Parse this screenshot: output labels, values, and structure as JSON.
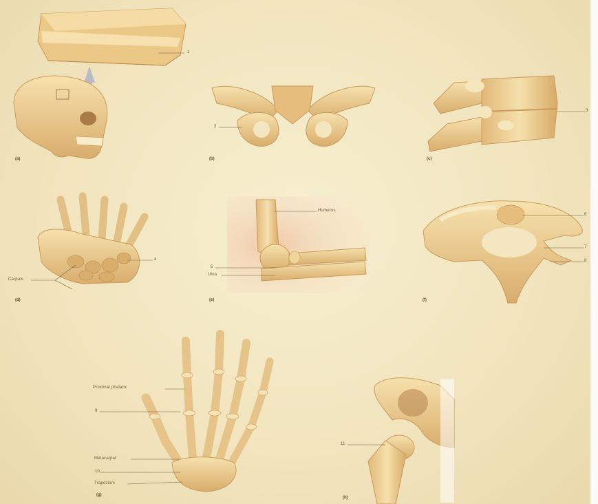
{
  "labels": {
    "skull_detail": "1",
    "pelvis_left": "2",
    "vertebra_right": "3",
    "wrist_right": "4",
    "wrist_carpals": "Carpals",
    "elbow_humerus": "Humerus",
    "elbow_five": "5",
    "elbow_ulna": "Ulna",
    "atlas_top": "6",
    "atlas_mid": "7",
    "atlas_bottom": "8",
    "hand_phalanges": "Proximal phalanx",
    "hand_nine": "9",
    "hand_metacarpal": "Metacarpal",
    "hand_ten": "10",
    "hand_trapezium": "Trapezium",
    "hip_eleven": "11"
  },
  "figure_letters": {
    "a": "(a)",
    "b": "(b)",
    "c": "(c)",
    "d": "(d)",
    "e": "(e)",
    "f": "(f)",
    "g": "(g)",
    "h": "(h)"
  },
  "colors": {
    "bone": "#e9c98a",
    "bone_light": "#f3dca6",
    "bone_shadow": "#c99a5c",
    "background": "#f1e4bd",
    "label": "#6b5a3a"
  }
}
